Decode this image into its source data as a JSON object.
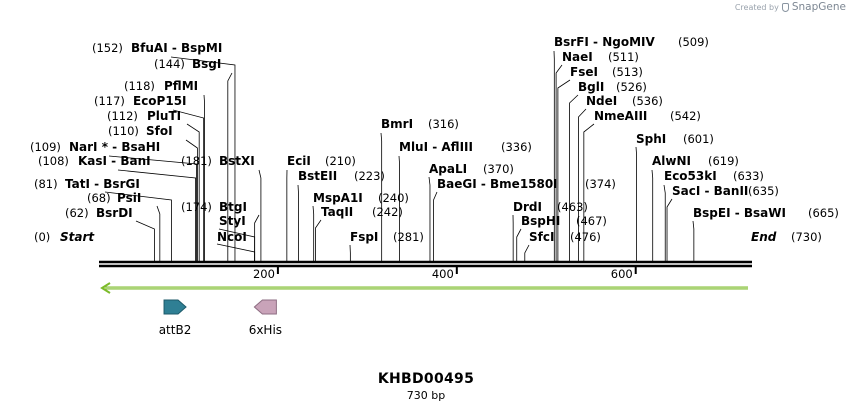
{
  "watermark": {
    "created_by": "Created by",
    "brand": "SnapGene"
  },
  "plasmid": {
    "name": "KHBD00495",
    "length_text": "730 bp",
    "length": 730
  },
  "colors": {
    "ruler": "#000000",
    "strand_arrow": "#7cbb2a",
    "attB2": "#2f7f94",
    "his6x": "#c9a3b9"
  },
  "ruler_ticks": [
    200,
    400,
    600
  ],
  "features": [
    {
      "name": "attB2",
      "start": 73,
      "end": 97,
      "direction": "forward",
      "color": "#2f7f94"
    },
    {
      "name": "6xHis",
      "start": 177,
      "end": 195,
      "direction": "reverse",
      "color": "#c9a3b9"
    }
  ],
  "sites": [
    {
      "text": "Start",
      "pos": "(0)",
      "bp": 0,
      "style": "bold-italic"
    },
    {
      "text": "BsrDI",
      "pos": "(62)",
      "bp": 62
    },
    {
      "text": "PsiI",
      "pos": "(68)",
      "bp": 68
    },
    {
      "text": "TatI  -  BsrGI",
      "pos": "(81)",
      "bp": 81
    },
    {
      "text": "KasI  -  BanI",
      "pos": "(108)",
      "bp": 108
    },
    {
      "text": "NarI *  -  BsaHI",
      "pos": "(109)",
      "bp": 109
    },
    {
      "text": "SfoI",
      "pos": "(110)",
      "bp": 110
    },
    {
      "text": "PluTI",
      "pos": "(112)",
      "bp": 112
    },
    {
      "text": "EcoP15I",
      "pos": "(117)",
      "bp": 117
    },
    {
      "text": "PflMI",
      "pos": "(118)",
      "bp": 118
    },
    {
      "text": "BsgI",
      "pos": "(144)",
      "bp": 144
    },
    {
      "text": "BfuAI  -  BspMI",
      "pos": "(152)",
      "bp": 152
    },
    {
      "text": "BtgI",
      "pos": "(174)",
      "bp": 174
    },
    {
      "text": "StyI",
      "pos": "",
      "bp": 174
    },
    {
      "text": "NcoI",
      "pos": "",
      "bp": 174
    },
    {
      "text": "BstXI",
      "pos": "(181)",
      "bp": 181
    },
    {
      "text": "EciI",
      "pos": "(210)",
      "bp": 210
    },
    {
      "text": "BstEII",
      "pos": "(223)",
      "bp": 223
    },
    {
      "text": "MspA1I",
      "pos": "(240)",
      "bp": 240
    },
    {
      "text": "TaqII",
      "pos": "(242)",
      "bp": 242
    },
    {
      "text": "FspI",
      "pos": "(281)",
      "bp": 281
    },
    {
      "text": "BmrI",
      "pos": "(316)",
      "bp": 316
    },
    {
      "text": "MluI  -  AflIII",
      "pos": "(336)",
      "bp": 336
    },
    {
      "text": "ApaLI",
      "pos": "(370)",
      "bp": 370
    },
    {
      "text": "BaeGI  -  Bme1580I",
      "pos": "(374)",
      "bp": 374
    },
    {
      "text": "DrdI",
      "pos": "(463)",
      "bp": 463
    },
    {
      "text": "BspHI",
      "pos": "(467)",
      "bp": 467
    },
    {
      "text": "SfcI",
      "pos": "(476)",
      "bp": 476
    },
    {
      "text": "BsrFI  -  NgoMIV",
      "pos": "(509)",
      "bp": 509
    },
    {
      "text": "NaeI",
      "pos": "(511)",
      "bp": 511
    },
    {
      "text": "FseI",
      "pos": "(513)",
      "bp": 513
    },
    {
      "text": "BglI",
      "pos": "(526)",
      "bp": 526
    },
    {
      "text": "NdeI",
      "pos": "(536)",
      "bp": 536
    },
    {
      "text": "NmeAIII",
      "pos": "(542)",
      "bp": 542
    },
    {
      "text": "SphI",
      "pos": "(601)",
      "bp": 601
    },
    {
      "text": "AlwNI",
      "pos": "(619)",
      "bp": 619
    },
    {
      "text": "Eco53kI",
      "pos": "(633)",
      "bp": 633
    },
    {
      "text": "SacI  -  BanII",
      "pos": "(635)",
      "bp": 635
    },
    {
      "text": "BspEI  -  BsaWI",
      "pos": "(665)",
      "bp": 665
    },
    {
      "text": "End",
      "pos": "(730)",
      "bp": 730,
      "style": "bold-italic"
    }
  ]
}
